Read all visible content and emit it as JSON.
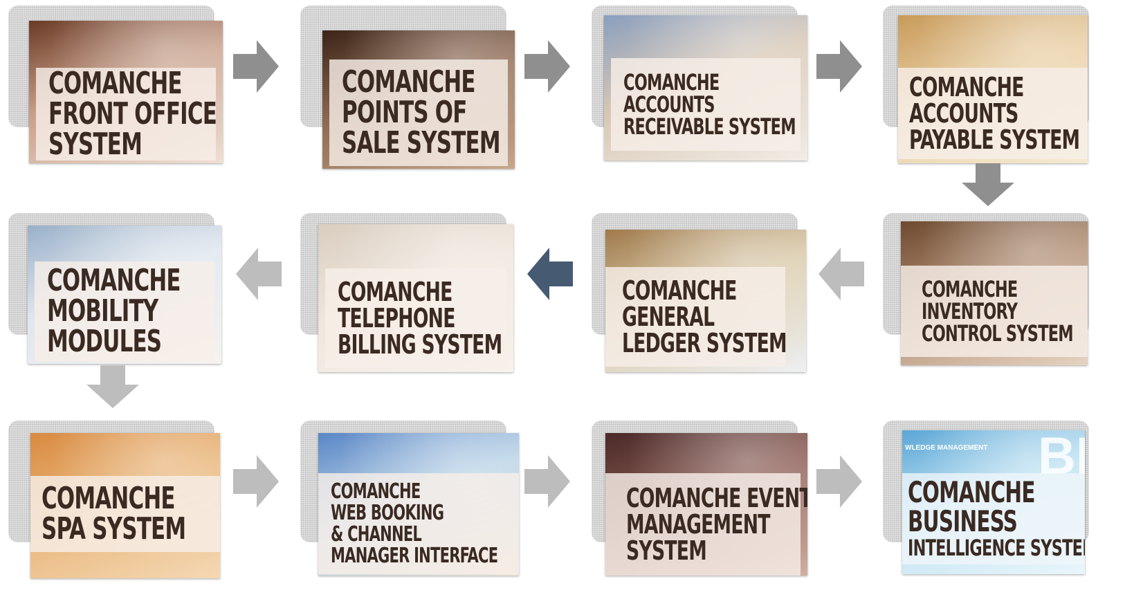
{
  "colors": {
    "arrow_gray_dark": "#8f8f8f",
    "arrow_gray_light": "#bdbdbd",
    "arrow_blue": "#465a72",
    "label_text": "#3a2a22"
  },
  "cards": [
    {
      "id": "front-office",
      "lines": [
        "COMANCHE",
        "FRONT OFFICE",
        "SYSTEM"
      ],
      "photo_colors": [
        "#6b3b26",
        "#c9a08a",
        "#f0e0d4"
      ]
    },
    {
      "id": "points-of-sale",
      "lines": [
        "COMANCHE",
        "POINTS OF",
        "SALE SYSTEM"
      ],
      "photo_colors": [
        "#3b2418",
        "#8f6a52",
        "#c8a88c"
      ]
    },
    {
      "id": "accounts-receivable",
      "lines": [
        "COMANCHE",
        "ACCOUNTS",
        "RECEIVABLE SYSTEM"
      ],
      "photo_colors": [
        "#8a9fbf",
        "#d7c7b4",
        "#f2ede6"
      ]
    },
    {
      "id": "accounts-payable",
      "lines": [
        "COMANCHE",
        "ACCOUNTS",
        "PAYABLE SYSTEM"
      ],
      "photo_colors": [
        "#c89a5a",
        "#e8cfa4",
        "#f6ead2"
      ]
    },
    {
      "id": "inventory-control",
      "lines": [
        "COMANCHE",
        "INVENTORY",
        "CONTROL SYSTEM"
      ],
      "photo_colors": [
        "#6e4a30",
        "#b28f74",
        "#e6d3c2"
      ]
    },
    {
      "id": "general-ledger",
      "lines": [
        "COMANCHE",
        "GENERAL",
        "LEDGER SYSTEM"
      ],
      "photo_colors": [
        "#a07a4c",
        "#d9c9a8",
        "#eef0f2"
      ]
    },
    {
      "id": "telephone-billing",
      "lines": [
        "COMANCHE",
        "TELEPHONE",
        "BILLING SYSTEM"
      ],
      "photo_colors": [
        "#d9cdbf",
        "#efe6dc",
        "#f8f2ec"
      ]
    },
    {
      "id": "mobility-modules",
      "lines": [
        "COMANCHE",
        "MOBILITY",
        "MODULES"
      ],
      "photo_colors": [
        "#9ab0c8",
        "#dfe6ee",
        "#f6f3f0"
      ]
    },
    {
      "id": "spa-system",
      "lines": [
        "COMANCHE",
        "SPA  SYSTEM"
      ],
      "photo_colors": [
        "#d98a40",
        "#e9b67a",
        "#f4d8b4"
      ]
    },
    {
      "id": "web-booking",
      "lines": [
        "COMANCHE",
        "WEB BOOKING",
        "& CHANNEL",
        "MANAGER INTERFACE"
      ],
      "photo_colors": [
        "#5a86c6",
        "#b9d3e6",
        "#efe6d6"
      ]
    },
    {
      "id": "event-management",
      "lines": [
        "COMANCHE EVENT",
        "MANAGEMENT",
        "SYSTEM"
      ],
      "photo_colors": [
        "#4a2a28",
        "#8a5a52",
        "#d0b0a4"
      ]
    },
    {
      "id": "business-intelligence",
      "lines": [
        "COMANCHE",
        "BUSINESS",
        "INTELLIGENCE SYSTEM"
      ],
      "photo_colors": [
        "#5aa6d6",
        "#bfe2f2",
        "#eaf6fb"
      ],
      "tag": "WLEDGE MANAGEMENT",
      "bi": "BI"
    }
  ]
}
